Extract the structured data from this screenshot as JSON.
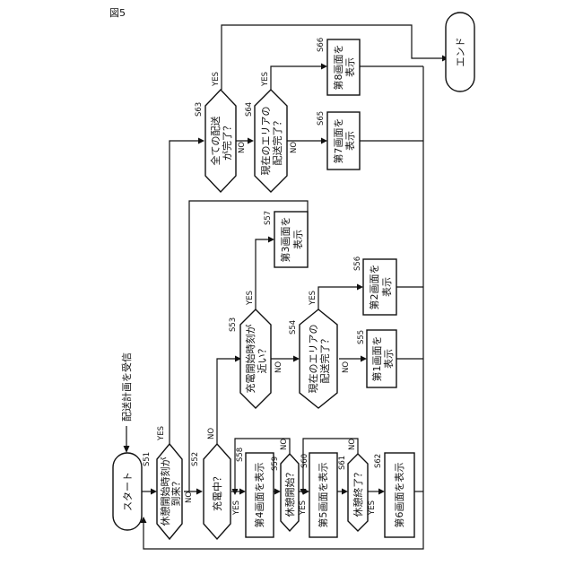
{
  "figure_label": "図5",
  "trigger": "配送計画を受信",
  "nodes": {
    "start": "スタート",
    "end": "エンド",
    "s51": {
      "id": "S51",
      "line1": "休憩開始時刻が",
      "line2": "到来？"
    },
    "s52": {
      "id": "S52",
      "text": "充電中？"
    },
    "s53": {
      "id": "S53",
      "line1": "充電開始時刻が",
      "line2": "近い？"
    },
    "s54": {
      "id": "S54",
      "line1": "現在のエリアの",
      "line2": "配送完了？"
    },
    "s55": {
      "id": "S55",
      "line1": "第1画面を",
      "line2": "表示"
    },
    "s56": {
      "id": "S56",
      "line1": "第2画面を",
      "line2": "表示"
    },
    "s57": {
      "id": "S57",
      "line1": "第3画面を",
      "line2": "表示"
    },
    "s58": {
      "id": "S58",
      "text": "第4画面を表示"
    },
    "s59": {
      "id": "S59",
      "text": "休憩開始？"
    },
    "s60": {
      "id": "S60",
      "text": "第5画面を表示"
    },
    "s61": {
      "id": "S61",
      "text": "休憩終了？"
    },
    "s62": {
      "id": "S62",
      "text": "第6画面を表示"
    },
    "s63": {
      "id": "S63",
      "line1": "全ての配送",
      "line2": "が完了？"
    },
    "s64": {
      "id": "S64",
      "line1": "現在のエリアの",
      "line2": "配送完了？"
    },
    "s65": {
      "id": "S65",
      "line1": "第7画面を",
      "line2": "表示"
    },
    "s66": {
      "id": "S66",
      "line1": "第8画面を",
      "line2": "表示"
    }
  },
  "branch": {
    "yes": "YES",
    "no": "NO"
  }
}
